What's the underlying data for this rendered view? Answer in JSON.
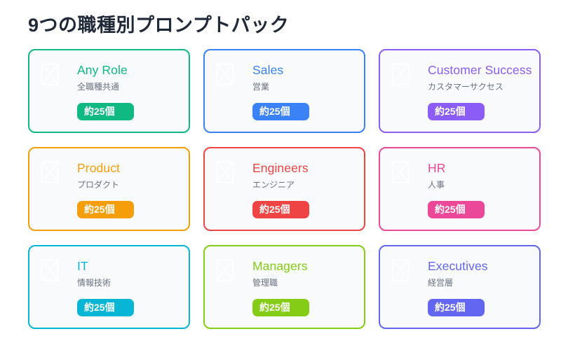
{
  "page": {
    "title": "9つの職種別プロンプトパック"
  },
  "cards": [
    {
      "name": "Any Role",
      "subtitle": "全職種共通",
      "badge": "約25個",
      "color": "#10b981",
      "icon": "image-placeholder-icon"
    },
    {
      "name": "Sales",
      "subtitle": "営業",
      "badge": "約25個",
      "color": "#3b82f6",
      "icon": "image-placeholder-icon"
    },
    {
      "name": "Customer Success",
      "subtitle": "カスタマーサクセス",
      "badge": "約25個",
      "color": "#8b5cf6",
      "icon": "image-placeholder-icon"
    },
    {
      "name": "Product",
      "subtitle": "プロダクト",
      "badge": "約25個",
      "color": "#f59e0b",
      "icon": "image-placeholder-icon"
    },
    {
      "name": "Engineers",
      "subtitle": "エンジニア",
      "badge": "約25個",
      "color": "#ef4444",
      "icon": "image-placeholder-icon"
    },
    {
      "name": "HR",
      "subtitle": "人事",
      "badge": "約25個",
      "color": "#ec4899",
      "icon": "image-placeholder-icon"
    },
    {
      "name": "IT",
      "subtitle": "情報技術",
      "badge": "約25個",
      "color": "#06b6d4",
      "icon": "image-placeholder-icon"
    },
    {
      "name": "Managers",
      "subtitle": "管理職",
      "badge": "約25個",
      "color": "#84cc16",
      "icon": "image-placeholder-icon"
    },
    {
      "name": "Executives",
      "subtitle": "経営層",
      "badge": "約25個",
      "color": "#6366f1",
      "icon": "image-placeholder-icon"
    }
  ]
}
